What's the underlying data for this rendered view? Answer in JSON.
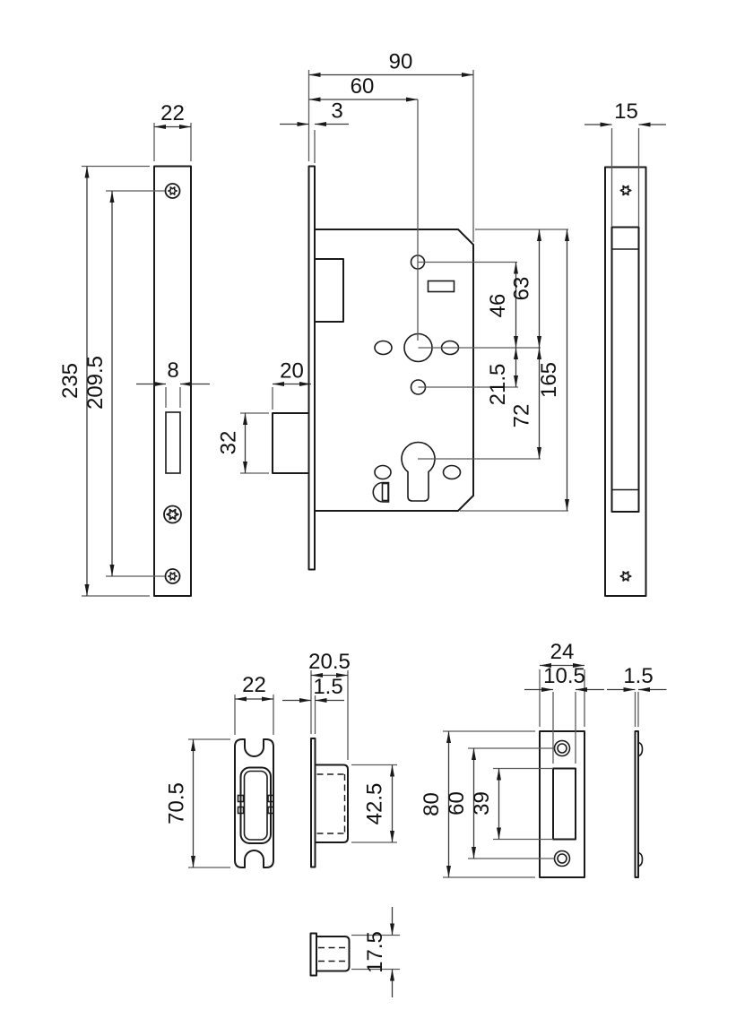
{
  "drawing": {
    "kind": "technical-drawing",
    "subject": "Euro-profile mortise lock with faceplate, strike plate and dust box",
    "line_color": "#1a1a1a",
    "dim_line_color": "#5a5a5a",
    "background": "#ffffff"
  },
  "dims": {
    "faceplate_width": "22",
    "faceplate_height": "235",
    "faceplate_screw_span": "209.5",
    "faceplate_slot_width": "8",
    "case_depth": "90",
    "backset": "60",
    "faceplate_thickness": "3",
    "bolt_throw": "20",
    "bolt_height": "32",
    "case_top_to_spindle": "63",
    "hole_to_spindle": "46",
    "spindle_to_hole": "21.5",
    "spindle_to_cylinder": "72",
    "case_height": "165",
    "case_width": "15",
    "dustbox_width": "22",
    "dustbox_height": "70.5",
    "dustbox_depth": "20.5",
    "dustbox_plate_thickness": "1.5",
    "dustbox_box_height": "42.5",
    "strike_width": "24",
    "strike_slot_width": "10.5",
    "strike_height": "80",
    "strike_screw_span": "60",
    "strike_slot_height": "39",
    "strike_thickness": "1.5",
    "dustbox_top_depth": "17.5"
  }
}
